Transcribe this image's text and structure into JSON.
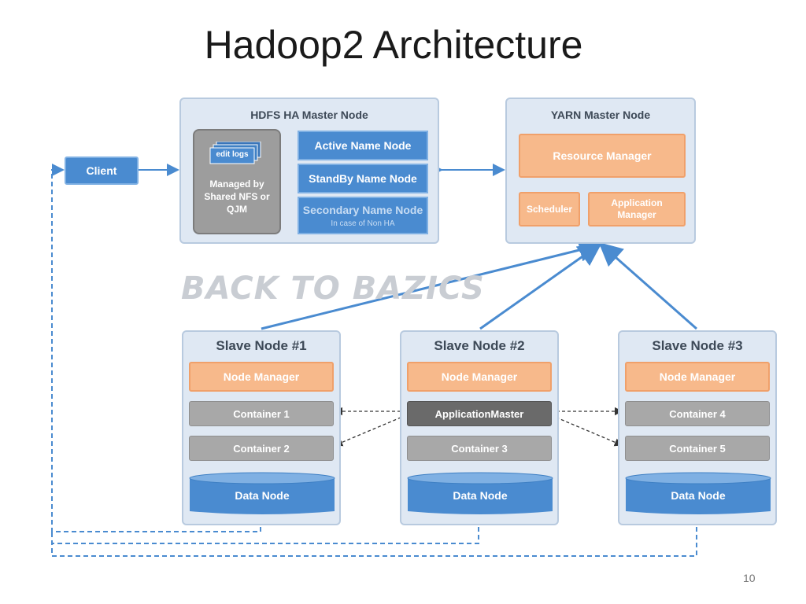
{
  "title": "Hadoop2 Architecture",
  "client": "Client",
  "hdfs": {
    "title": "HDFS HA Master Node",
    "edit_logs": "edit logs",
    "shared_lines": [
      "Managed by",
      "Shared NFS or",
      "QJM"
    ],
    "active": "Active Name Node",
    "standby": "StandBy Name Node",
    "secondary": "Secondary Name Node",
    "secondary_note": "In case of Non HA"
  },
  "yarn": {
    "title": "YARN Master Node",
    "resource_manager": "Resource Manager",
    "scheduler": "Scheduler",
    "app_manager_lines": [
      "Application",
      "Manager"
    ]
  },
  "watermark": "BACK TO BAZICS",
  "slaves": [
    {
      "title": "Slave Node #1",
      "node_manager": "Node Manager",
      "box_a": "Container 1",
      "box_b": "Container 2",
      "data_node": "Data Node"
    },
    {
      "title": "Slave Node #2",
      "node_manager": "Node Manager",
      "box_a": "ApplicationMaster",
      "box_b": "Container 3",
      "data_node": "Data Node"
    },
    {
      "title": "Slave Node #3",
      "node_manager": "Node Manager",
      "box_a": "Container 4",
      "box_b": "Container 5",
      "data_node": "Data Node"
    }
  ],
  "page_number": "10",
  "colors": {
    "blue": "#4a8bd0",
    "orange": "#f7b98b",
    "gray": "#a8a8a8",
    "panel": "#dfe8f3"
  }
}
